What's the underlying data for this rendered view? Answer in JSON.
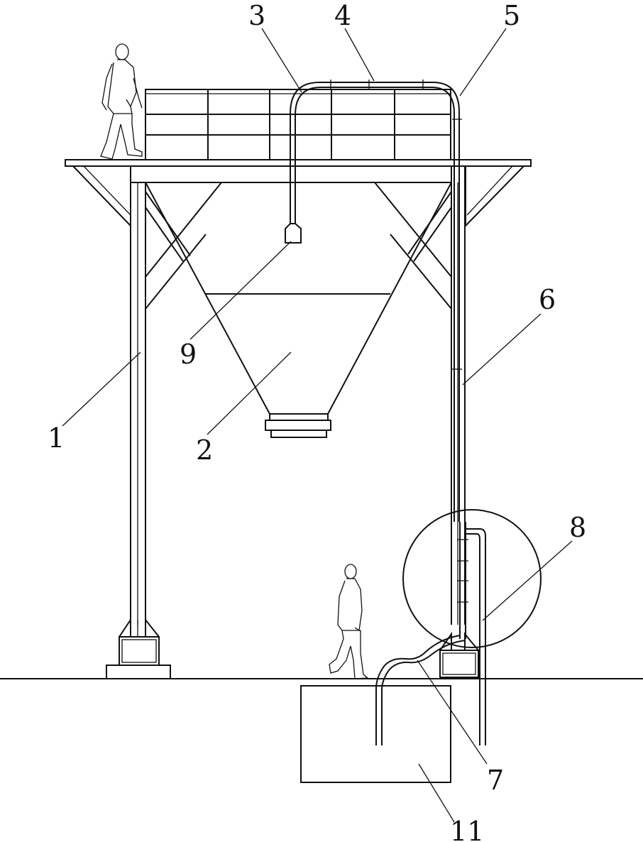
{
  "labels": {
    "l1": "1",
    "l2": "2",
    "l3": "3",
    "l4": "4",
    "l5": "5",
    "l6": "6",
    "l7": "7",
    "l8": "8",
    "l9": "9",
    "l11": "11"
  }
}
